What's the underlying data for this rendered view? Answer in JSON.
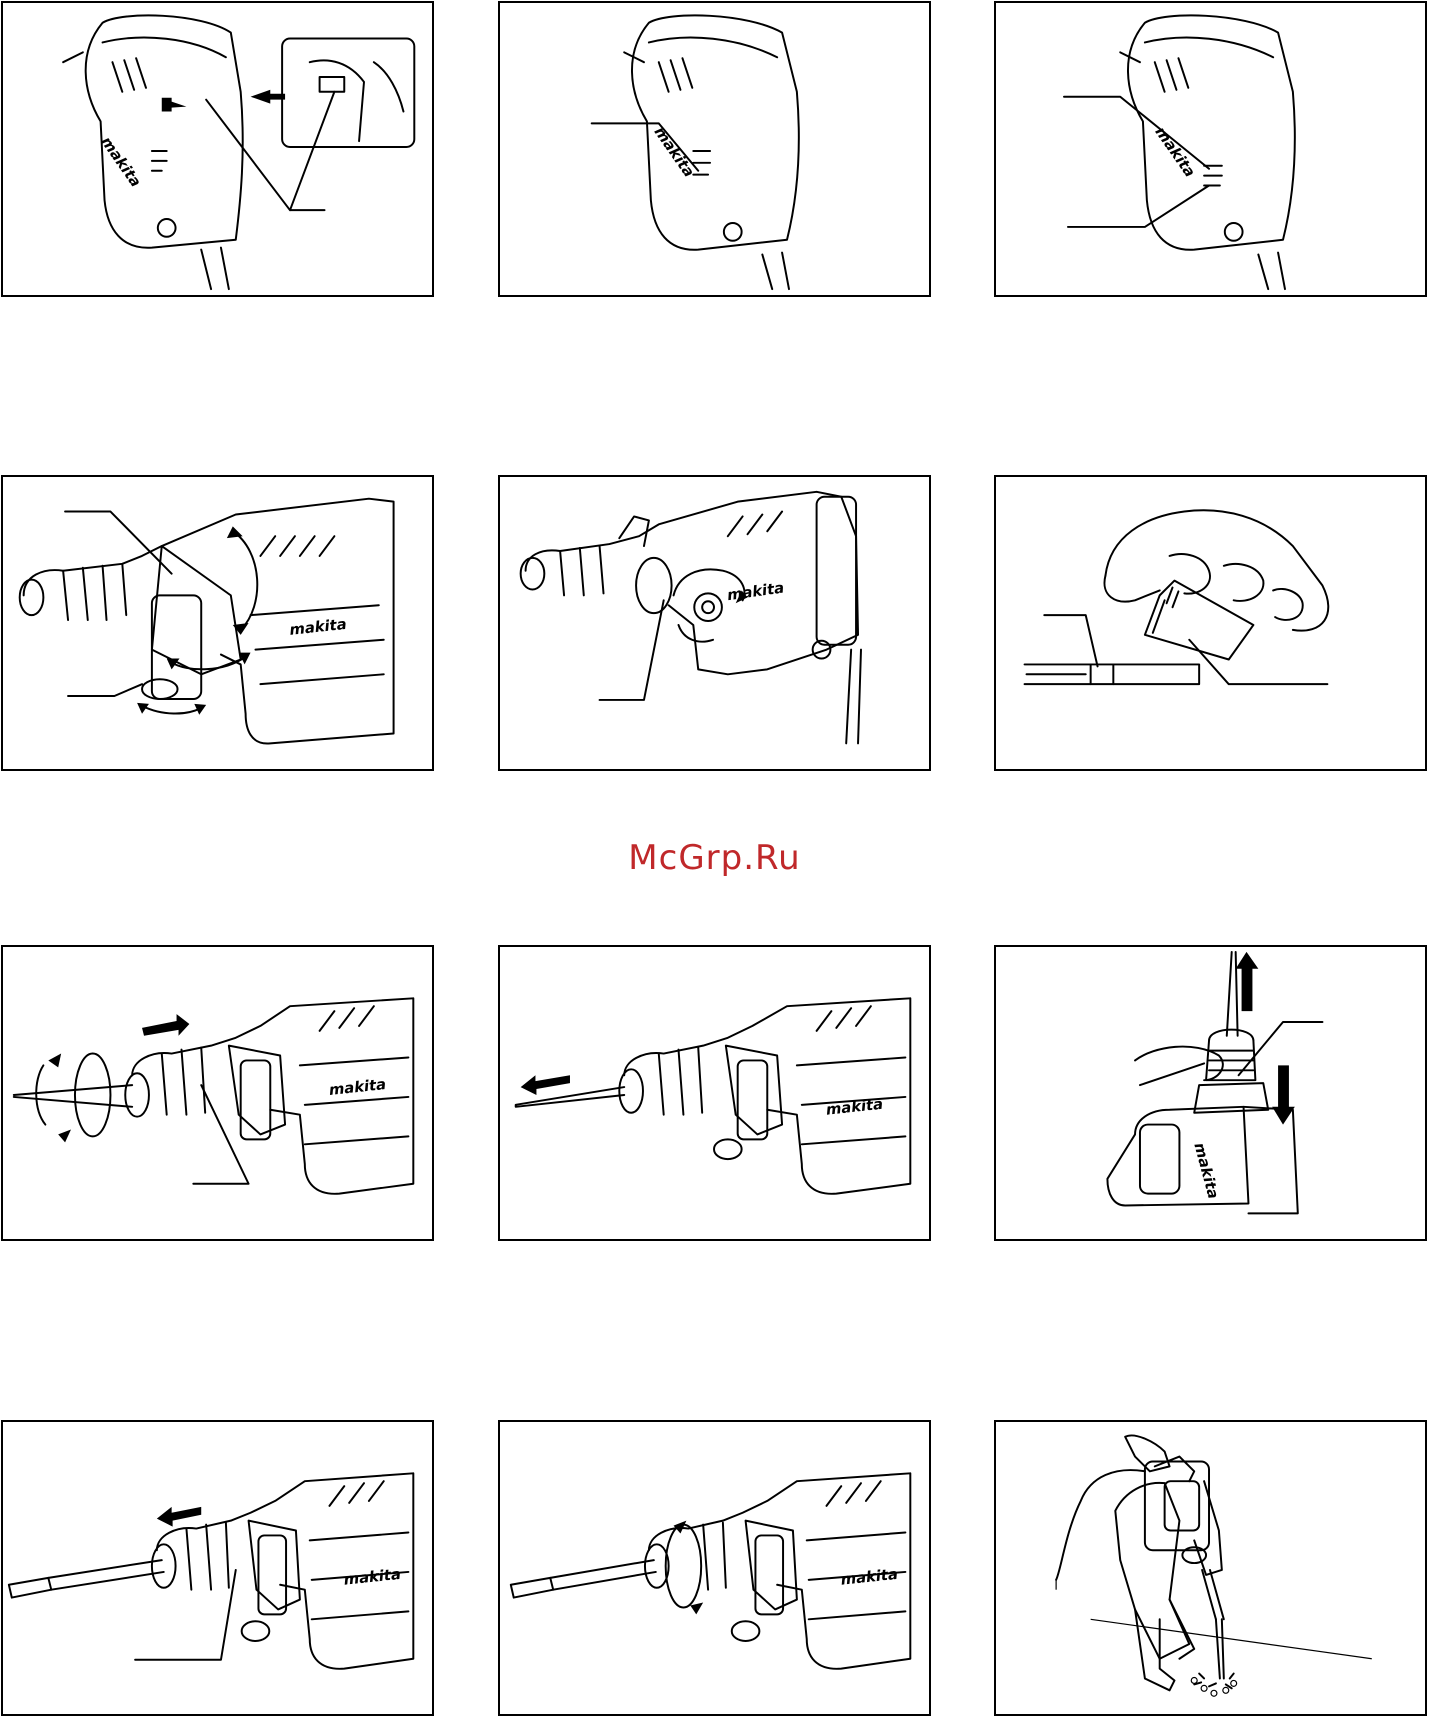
{
  "watermark": {
    "text": "McGrp.Ru",
    "color": "#c0282a"
  },
  "brand": {
    "logo_text": "makita"
  },
  "figures": [
    {
      "id": "fig-1",
      "row": 1,
      "col": 1,
      "subject": "switch-lock-detail"
    },
    {
      "id": "fig-2",
      "row": 1,
      "col": 2,
      "subject": "side-view-callout"
    },
    {
      "id": "fig-3",
      "row": 1,
      "col": 3,
      "subject": "indicator-lamps"
    },
    {
      "id": "fig-4",
      "row": 2,
      "col": 1,
      "subject": "side-handle-adjust"
    },
    {
      "id": "fig-5",
      "row": 2,
      "col": 2,
      "subject": "depth-gauge-knob"
    },
    {
      "id": "fig-6",
      "row": 2,
      "col": 3,
      "subject": "grease-bit-shank"
    },
    {
      "id": "fig-7",
      "row": 3,
      "col": 1,
      "subject": "bit-insert-rotate"
    },
    {
      "id": "fig-8",
      "row": 3,
      "col": 2,
      "subject": "bit-pull-check"
    },
    {
      "id": "fig-9",
      "row": 3,
      "col": 3,
      "subject": "tool-holder-up-down"
    },
    {
      "id": "fig-10",
      "row": 4,
      "col": 1,
      "subject": "chisel-remove"
    },
    {
      "id": "fig-11",
      "row": 4,
      "col": 2,
      "subject": "chisel-angle-rotate"
    },
    {
      "id": "fig-12",
      "row": 4,
      "col": 3,
      "subject": "operation-floor"
    }
  ],
  "icons": {
    "arrow": "arrow-icon",
    "rotation": "rotation-arrow-icon"
  }
}
